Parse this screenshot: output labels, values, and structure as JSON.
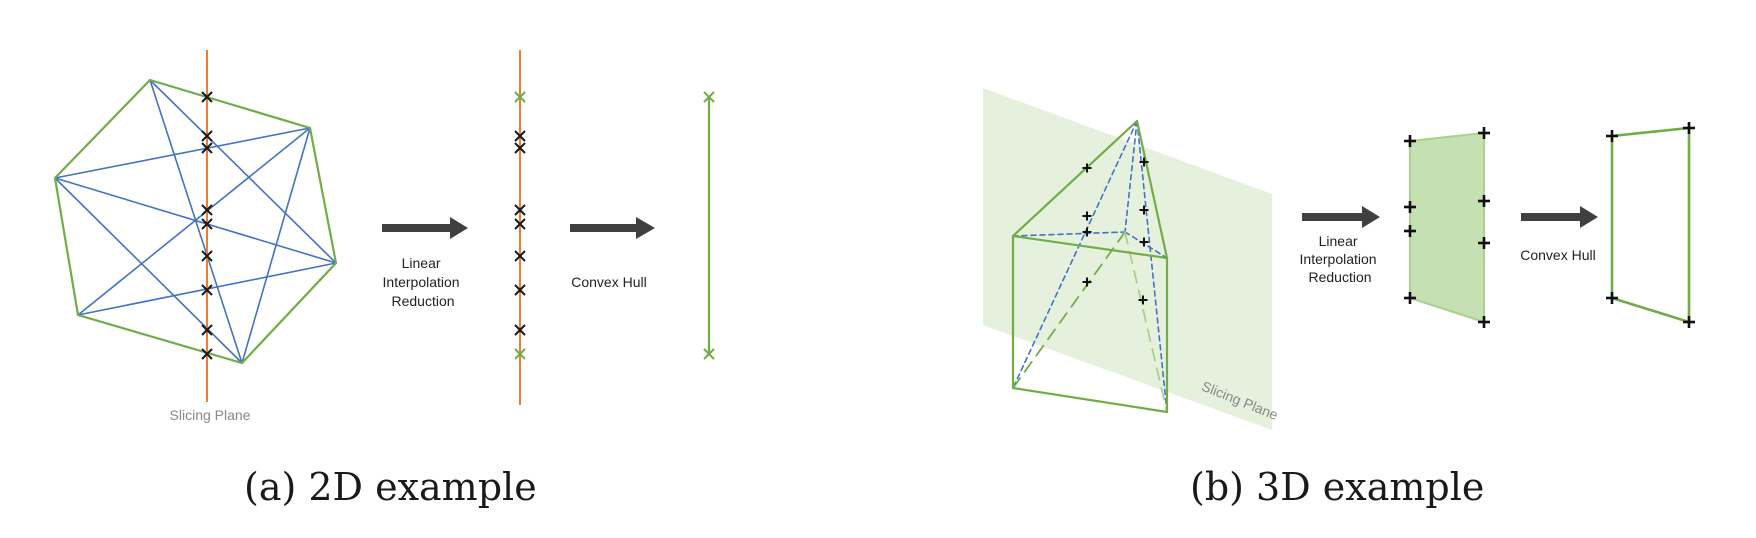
{
  "panel_a": {
    "caption": "(a) 2D example",
    "slicing_plane_label": "Slicing Plane",
    "step1_label": [
      "Linear",
      "Interpolation",
      "Reduction"
    ],
    "step2_label": "Convex Hull"
  },
  "panel_b": {
    "caption": "(b) 3D example",
    "slicing_plane_label": "Slicing Plane",
    "step1_label": [
      "Linear",
      "Interpolation",
      "Reduction"
    ],
    "step2_label": "Convex Hull"
  },
  "colors": {
    "hull_green": "#70ad47",
    "edge_blue": "#4472c4",
    "plane_orange": "#ed7d31",
    "plane_fill": "#e2efd9",
    "hull_fill": "#c5e0b3",
    "arrow": "#404040",
    "marker": "#1a1a1a"
  },
  "icons": [
    "x-mark-icon",
    "plus-mark-icon",
    "right-arrow-icon"
  ]
}
